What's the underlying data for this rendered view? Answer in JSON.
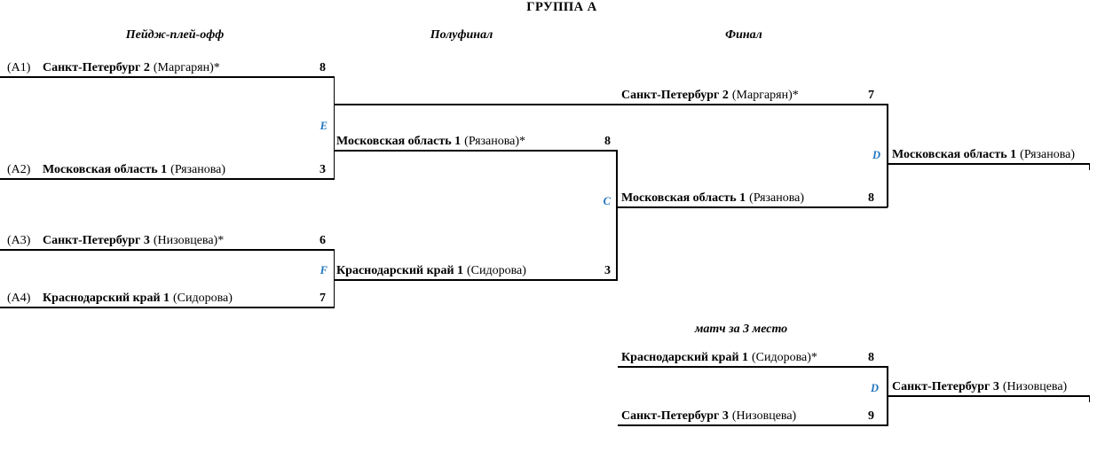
{
  "title": "ГРУППА А",
  "colors": {
    "accent_blue": "#2175BD",
    "line_black": "#000000",
    "text_black": "#000000"
  },
  "stages": {
    "page_playoff_header": "Пейдж-плей-офф",
    "semifinal_header": "Полуфинал",
    "final_header": "Финал",
    "third_place_header": "матч за 3 место"
  },
  "page_playoff": {
    "rows": [
      {
        "seed": "(A1)",
        "team": "Санкт-Петербург 2",
        "detail": "(Маргарян)*",
        "score": "8"
      },
      {
        "seed": "(A2)",
        "team": "Московская область 1",
        "detail": "(Рязанова)",
        "score": "3"
      },
      {
        "seed": "(A3)",
        "team": "Санкт-Петербург 3",
        "detail": "(Низовцева)*",
        "score": "6"
      },
      {
        "seed": "(A4)",
        "team": "Краснодарский край 1",
        "detail": "(Сидорова)",
        "score": "7"
      }
    ],
    "match_label_top": "E",
    "match_label_bottom": "F"
  },
  "semifinal": {
    "rows": [
      {
        "team": "Московская область 1",
        "detail": "(Рязанова)*",
        "score": "8"
      },
      {
        "team": "Краснодарский край 1",
        "detail": "(Сидорова)",
        "score": "3"
      }
    ],
    "match_label": "C"
  },
  "final": {
    "rows": [
      {
        "team": "Санкт-Петербург 2",
        "detail": "(Маргарян)*",
        "score": "7"
      },
      {
        "team": "Московская область 1",
        "detail": "(Рязанова)",
        "score": "8"
      }
    ],
    "match_label": "D",
    "winner": {
      "team": "Московская область 1",
      "detail": "(Рязанова)"
    }
  },
  "third_place": {
    "rows": [
      {
        "team": "Краснодарский край 1",
        "detail": "(Сидорова)*",
        "score": "8"
      },
      {
        "team": "Санкт-Петербург 3",
        "detail": "(Низовцева)",
        "score": "9"
      }
    ],
    "match_label": "D",
    "winner": {
      "team": "Санкт-Петербург 3",
      "detail": "(Низовцева)"
    }
  }
}
